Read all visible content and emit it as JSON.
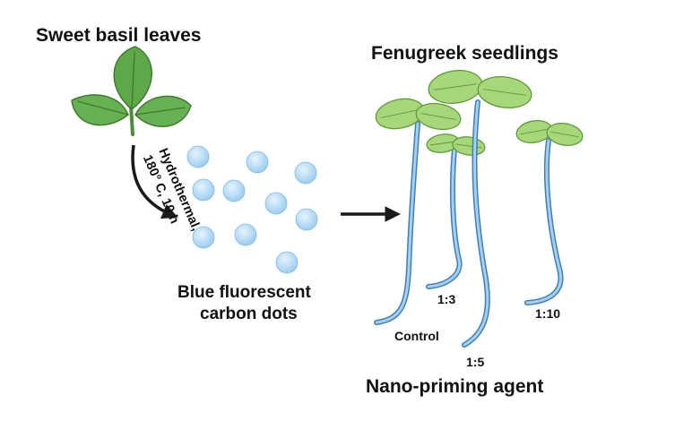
{
  "labels": {
    "source": "Sweet basil leaves",
    "process_line1": "Hydrothermal,",
    "process_line2": "180° C, 10 h",
    "product_line1": "Blue fluorescent",
    "product_line2": "carbon dots",
    "target": "Fenugreek seedlings",
    "agent": "Nano-priming agent"
  },
  "seedlings": [
    {
      "label": "Control"
    },
    {
      "label": "1:3"
    },
    {
      "label": "1:5"
    },
    {
      "label": "1:10"
    }
  ],
  "colors": {
    "dot_fill": "#aed8f5",
    "dot_edge": "#7fbbe6",
    "stem": "#7fb4e0",
    "stem_edge": "#3f7fb5",
    "leaf": "#a8d77a",
    "leaf_edge": "#5e9a3a",
    "basil": "#5fa84a",
    "arrow": "#1a1a1a"
  }
}
